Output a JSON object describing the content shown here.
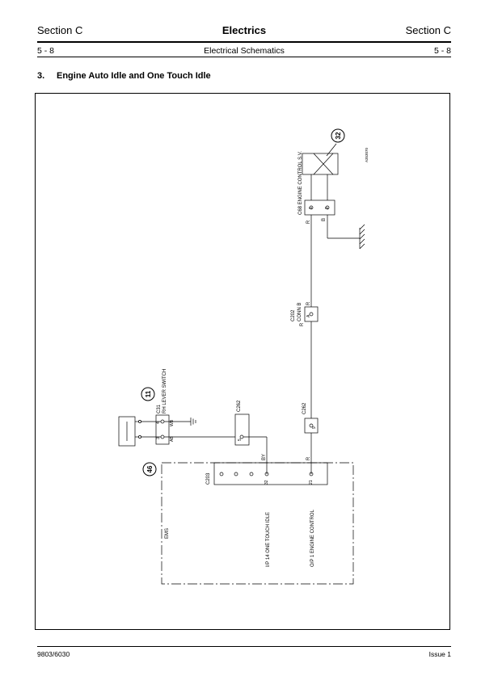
{
  "header": {
    "left": "Section C",
    "center": "Electrics",
    "right": "Section C"
  },
  "subheader": {
    "left": "5 - 8",
    "center": "Electrical Schematics",
    "right": "5 - 8"
  },
  "section": {
    "number": "3.",
    "title": "Engine Auto Idle and One Touch Idle"
  },
  "diagram": {
    "ref": "A353070",
    "callouts": [
      "32",
      "11",
      "46"
    ],
    "c68": "C68 ENGINE CONTROL S.V.",
    "c202": "C202",
    "conn_b": "CONN B",
    "c31": "C31",
    "rh_lever": "RH LEVER SWITCH",
    "c262": "C262",
    "c203": "C203",
    "ems": "EMS",
    "ip14": "I/P 14 ONE TOUCH IDLE",
    "op1": "O/P 1 ENGINE CONTROL",
    "pins": {
      "p1": "1",
      "p2": "2",
      "p4": "4",
      "p3": "3",
      "p5": "5",
      "p9": "9",
      "p32": "32",
      "p21": "21",
      "pA": "A"
    },
    "wires": {
      "r": "R",
      "b": "B",
      "wb": "WB",
      "ab": "AB",
      "by": "BY"
    }
  },
  "footer": {
    "left": "9803/6030",
    "right": "Issue 1"
  }
}
